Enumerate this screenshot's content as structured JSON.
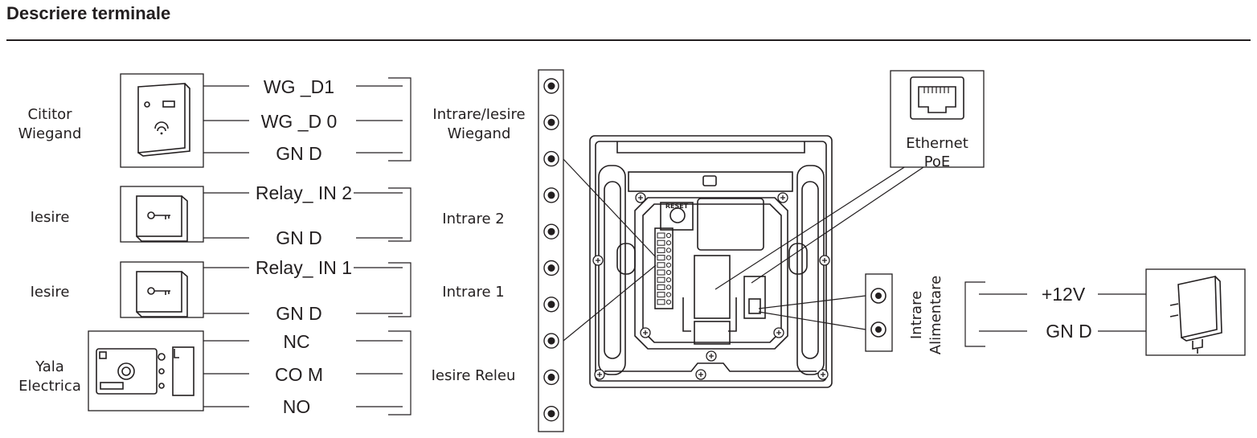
{
  "header": {
    "title": "Descriere terminale"
  },
  "devices": {
    "wiegand_reader": "Cititor Wiegand",
    "exit_button_2": "Iesire",
    "exit_button_1": "Iesire",
    "electric_lock": "Yala Electrica"
  },
  "signals": {
    "wg_d1": "WG _D1",
    "wg_d0": "WG _D 0",
    "gnd_wiegand": "GN D",
    "relay_in2": "Relay_ IN 2",
    "gnd_in2": "GN D",
    "relay_in1": "Relay_ IN 1",
    "gnd_in1": "GN D",
    "nc": "NC",
    "com": "CO M",
    "no": "NO",
    "power_plus": "+12V",
    "power_gnd": "GN D"
  },
  "groups": {
    "wiegand_io": "Intrare/Iesire Wiegand",
    "input2": "Intrare 2",
    "input1": "Intrare 1",
    "relay_out": "Iesire Releu",
    "ethernet": "Ethernet PoE",
    "power_in": "Intrare Alimentare"
  },
  "board": {
    "reset_label": "RESET"
  }
}
